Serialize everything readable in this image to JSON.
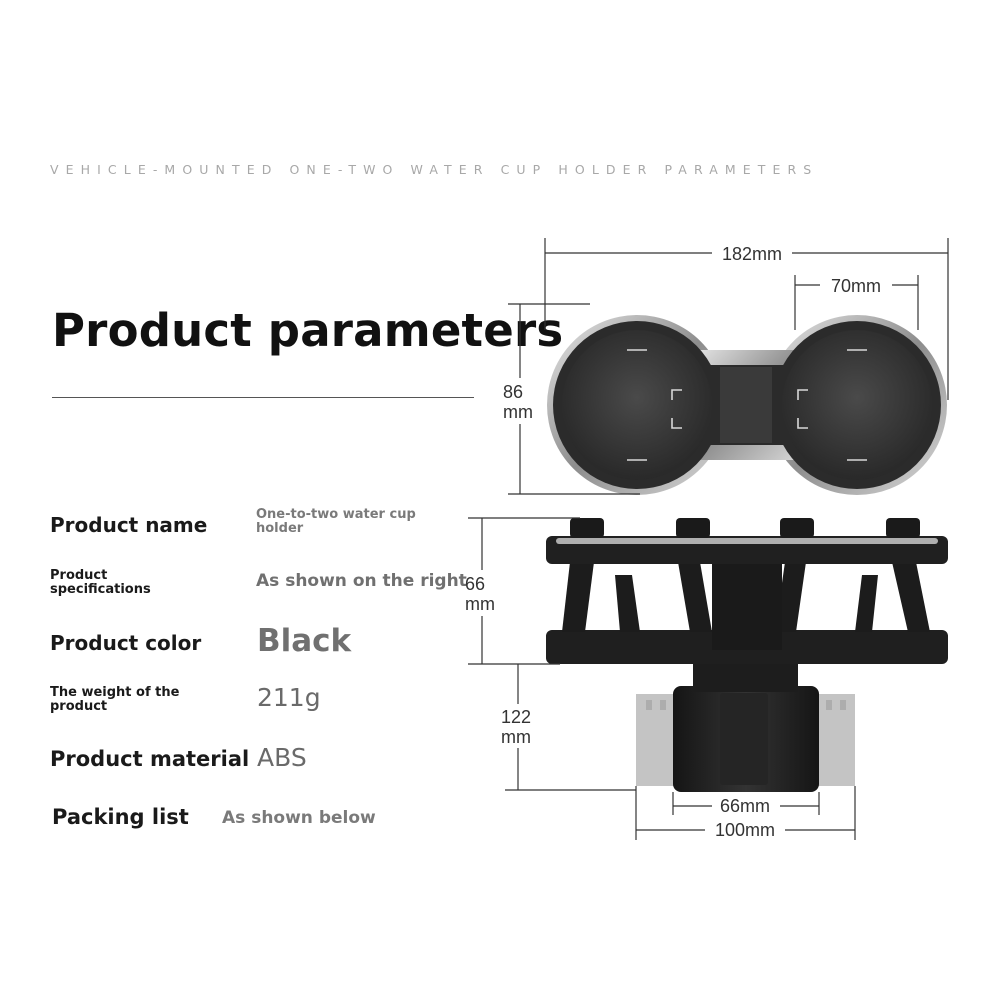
{
  "header": {
    "tagline": "VEHICLE-MOUNTED ONE-TWO WATER CUP HOLDER PARAMETERS",
    "title": "Product parameters"
  },
  "specs": [
    {
      "label": "Product name",
      "value_lines": [
        "One-to-two water cup",
        "holder"
      ]
    },
    {
      "label_lines": [
        "Product",
        "specifications"
      ],
      "value": "As shown on the right"
    },
    {
      "label": "Product color",
      "value": "Black"
    },
    {
      "label_lines": [
        "The weight of the",
        "product"
      ],
      "value": "211g"
    },
    {
      "label": "Product material",
      "value": "ABS"
    },
    {
      "label": "Packing list",
      "value": "As shown below"
    }
  ],
  "dimensions": {
    "width_total": "182mm",
    "cup_diameter": "70mm",
    "depth_top": "86",
    "height_upper": "66",
    "height_total": "122",
    "base_inner": "66mm",
    "base_outer": "100mm",
    "unit": "mm"
  },
  "colors": {
    "product_black": "#1f1f1f",
    "chrome": "#c9c9c9",
    "adapter_grey": "#c4c4c4"
  }
}
